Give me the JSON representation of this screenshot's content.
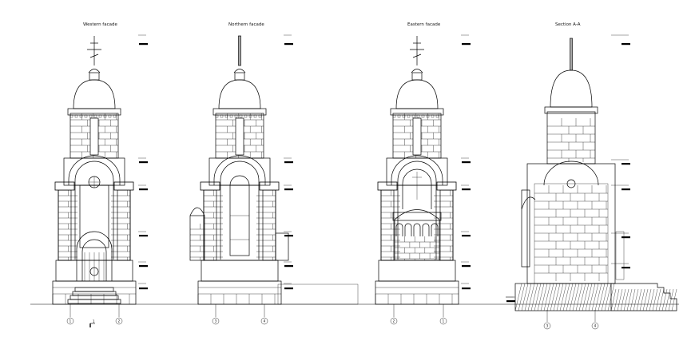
{
  "drawing": {
    "views": [
      {
        "id": "west",
        "title": "Western facade",
        "has_cross": true,
        "type": "facade",
        "left_axis": "1",
        "right_axis": "2"
      },
      {
        "id": "north",
        "title": "Northern facade",
        "has_cross": false,
        "type": "facade",
        "left_axis": "3",
        "right_axis": "4"
      },
      {
        "id": "east",
        "title": "Eastern facade",
        "has_cross": true,
        "type": "facade",
        "left_axis": "2",
        "right_axis": "1"
      },
      {
        "id": "section",
        "title": "Section A-A",
        "has_cross": false,
        "type": "section",
        "left_axis": "3",
        "right_axis": "4"
      }
    ],
    "section_mark": "1"
  }
}
